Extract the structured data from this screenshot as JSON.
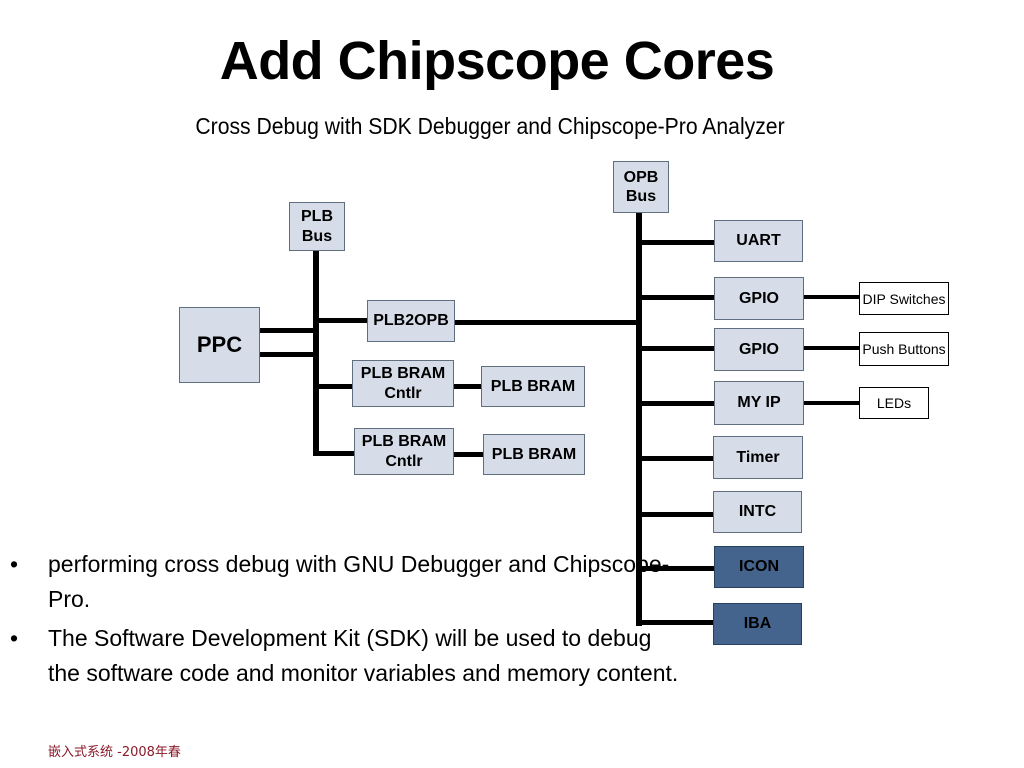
{
  "title": "Add Chipscope Cores",
  "subtitle": "Cross Debug with SDK Debugger and Chipscope-Pro Analyzer",
  "diagram": {
    "plb_bus": [
      "PLB",
      "Bus"
    ],
    "opb_bus": [
      "OPB",
      "Bus"
    ],
    "ppc": "PPC",
    "plb2opb": "PLB2OPB",
    "bram_cntlr_1": [
      "PLB BRAM",
      "Cntlr"
    ],
    "bram_cntlr_2": [
      "PLB BRAM",
      "Cntlr"
    ],
    "bram_1": "PLB BRAM",
    "bram_2": "PLB BRAM",
    "uart": "UART",
    "gpio_1": "GPIO",
    "gpio_2": "GPIO",
    "my_ip": "MY IP",
    "timer": "Timer",
    "intc": "INTC",
    "icon": "ICON",
    "iba": "IBA",
    "dip_switches": "DIP Switches",
    "push_buttons": "Push Buttons",
    "leds": "LEDs"
  },
  "bullets": [
    "performing cross debug with GNU Debugger and Chipscope-Pro.",
    "The Software Development Kit (SDK) will be used to debug the software code and monitor variables and memory content."
  ],
  "bullet_symbol": "•",
  "footer": "嵌入式系统 -2008年春"
}
